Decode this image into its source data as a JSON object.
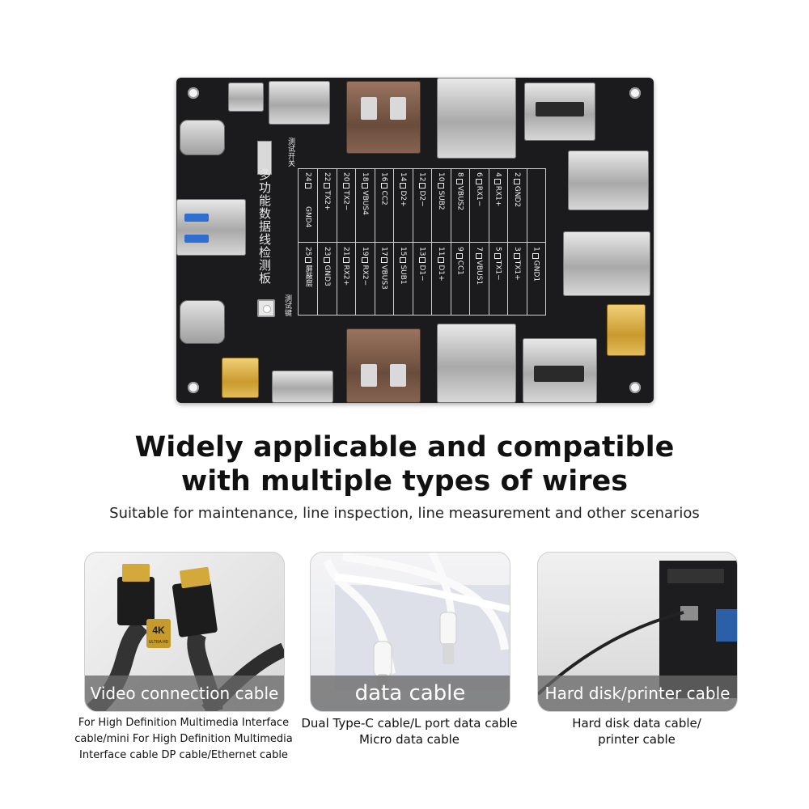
{
  "board": {
    "test_switch": "测试开关",
    "title": "多功能数据线检测板",
    "test_key": "测试键",
    "pins_top": [
      {
        "num": "24",
        "label": ""
      },
      {
        "num": "22",
        "label": "TX2+"
      },
      {
        "num": "20",
        "label": "TX2−"
      },
      {
        "num": "18",
        "label": "VBUS4"
      },
      {
        "num": "16",
        "label": "CC2"
      },
      {
        "num": "14",
        "label": "D2+"
      },
      {
        "num": "12",
        "label": "D2−"
      },
      {
        "num": "10",
        "label": "SUB2"
      },
      {
        "num": "8",
        "label": "VBUS2"
      },
      {
        "num": "6",
        "label": "RX1−"
      },
      {
        "num": "4",
        "label": "RX1+"
      },
      {
        "num": "2",
        "label": "GND2"
      }
    ],
    "pin_gnd4": "GND4",
    "pins_bottom": [
      {
        "num": "25",
        "label": "屏蔽层"
      },
      {
        "num": "23",
        "label": "GND3"
      },
      {
        "num": "21",
        "label": "RX2+"
      },
      {
        "num": "19",
        "label": "RX2−"
      },
      {
        "num": "17",
        "label": "VBUS3"
      },
      {
        "num": "15",
        "label": "SUB1"
      },
      {
        "num": "13",
        "label": "D1−"
      },
      {
        "num": "11",
        "label": "D1+"
      },
      {
        "num": "9",
        "label": "CC1"
      },
      {
        "num": "7",
        "label": "VBUS1"
      },
      {
        "num": "5",
        "label": "TX1−"
      },
      {
        "num": "3",
        "label": "TX1+"
      },
      {
        "num": "1",
        "label": "GND1"
      }
    ]
  },
  "headline_line1": "Widely applicable and compatible",
  "headline_line2": "with multiple types of wires",
  "subhead": "Suitable for maintenance, line inspection, line measurement and other scenarios",
  "cards": [
    {
      "label": "Video connection cable",
      "badge_top": "4K",
      "badge_bottom": "ULTRA HD",
      "caption": [
        "For High Definition Multimedia Interface",
        "cable/mini For High Definition Multimedia",
        "Interface  cable DP cable/Ethernet cable"
      ]
    },
    {
      "label": "data cable",
      "caption": [
        "Dual Type-C cable/L port data cable",
        "Micro data cable"
      ]
    },
    {
      "label": "Hard disk/printer cable",
      "caption": [
        "Hard disk data cable/",
        "printer cable"
      ]
    }
  ]
}
